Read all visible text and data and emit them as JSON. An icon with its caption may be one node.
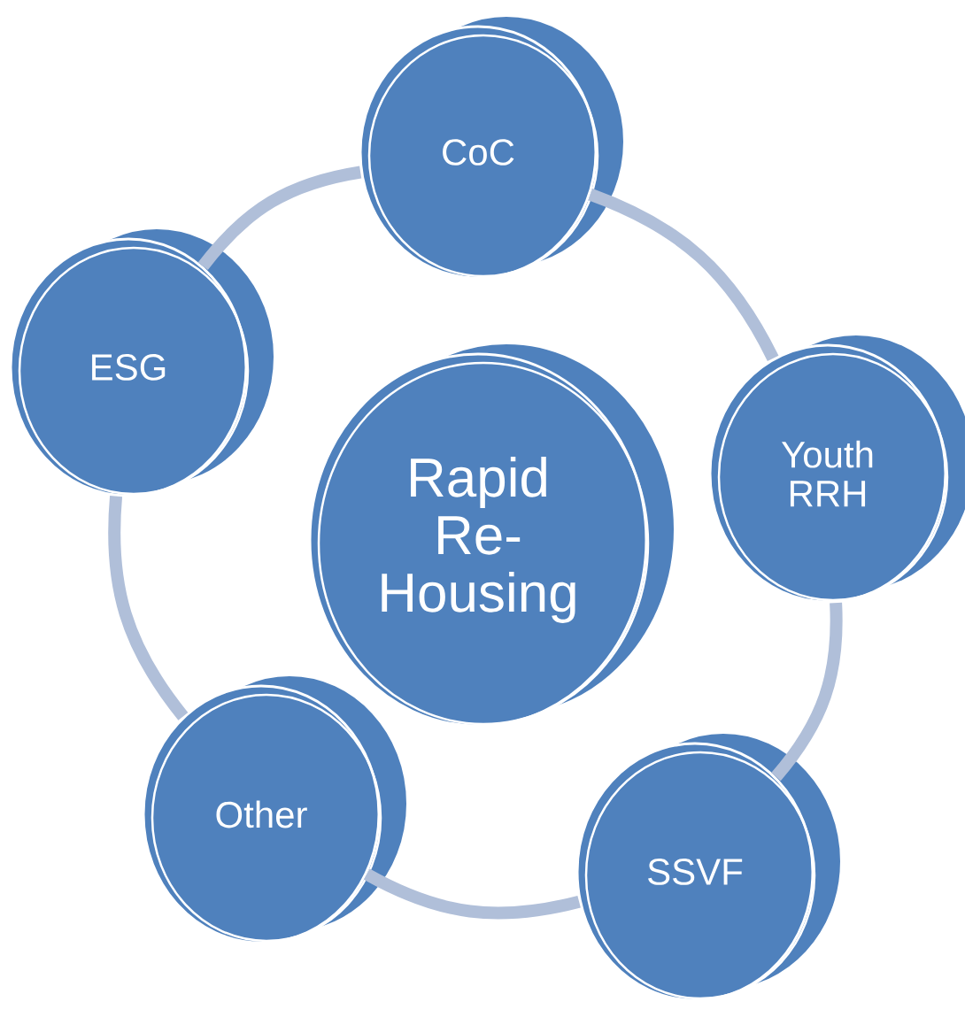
{
  "diagram": {
    "nodes": [
      {
        "text": [
          "Rapid Re-Housing"
        ]
      },
      {
        "text": [
          "CoC"
        ]
      },
      {
        "text": [
          "Youth RRH"
        ]
      },
      {
        "text": [
          "SSVF"
        ]
      },
      {
        "text": [
          "Other"
        ]
      },
      {
        "text": [
          "ESG"
        ]
      }
    ],
    "edges": [
      {
        "from": 1,
        "to": 2,
        "arrow": "none"
      },
      {
        "from": 2,
        "to": 3,
        "arrow": "none"
      },
      {
        "from": 3,
        "to": 4,
        "arrow": "none"
      },
      {
        "from": 4,
        "to": 5,
        "arrow": "none"
      },
      {
        "from": 5,
        "to": 1,
        "arrow": "none"
      }
    ]
  }
}
